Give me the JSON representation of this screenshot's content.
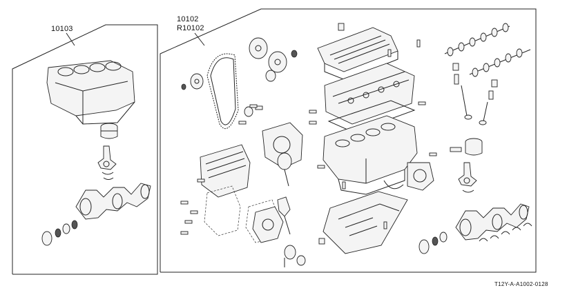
{
  "labels": {
    "short_block": "10103",
    "long_block_part": "10102",
    "long_block_reman": "R10102"
  },
  "figure_code": "T12Y-A-A1002-0128"
}
